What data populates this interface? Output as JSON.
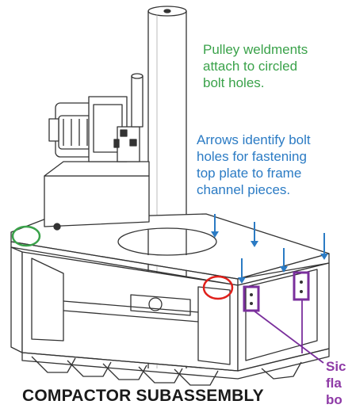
{
  "annotations": {
    "pulley_note": [
      "Pulley weldments",
      "attach to circled",
      "bolt holes."
    ],
    "arrows_note": [
      "Arrows identify bolt",
      "holes for fastening",
      "top plate to frame",
      "channel pieces."
    ],
    "side_note": [
      "Sic",
      "fla",
      "bo"
    ]
  },
  "caption": "COMPACTOR SUBASSEMBLY",
  "colors": {
    "green": "#3aa24a",
    "blue": "#2b7bc4",
    "red": "#e0201b",
    "purple": "#7a2f9c",
    "linework": "#333333"
  }
}
